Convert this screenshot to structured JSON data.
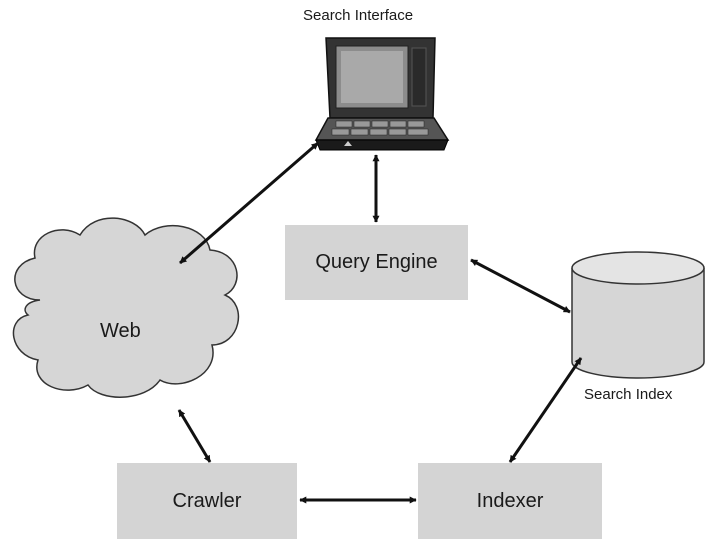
{
  "title": "Search Interface",
  "nodes": {
    "web": {
      "label": "Web"
    },
    "query_engine": {
      "label": "Query Engine"
    },
    "crawler": {
      "label": "Crawler"
    },
    "indexer": {
      "label": "Indexer"
    },
    "search_index": {
      "label": "Search Index"
    }
  },
  "edges": [
    {
      "from": "search_interface",
      "to": "web",
      "direction": "both"
    },
    {
      "from": "search_interface",
      "to": "query_engine",
      "direction": "both"
    },
    {
      "from": "query_engine",
      "to": "search_index",
      "direction": "both"
    },
    {
      "from": "web",
      "to": "crawler",
      "direction": "both"
    },
    {
      "from": "crawler",
      "to": "indexer",
      "direction": "both"
    },
    {
      "from": "indexer",
      "to": "search_index",
      "direction": "both"
    }
  ],
  "colors": {
    "box_fill": "#d4d4d4",
    "line": "#111111",
    "cloud_fill": "#d6d6d6"
  },
  "icons": {
    "search_interface": "laptop-icon",
    "search_index": "database-cylinder-icon",
    "web": "cloud-icon"
  }
}
